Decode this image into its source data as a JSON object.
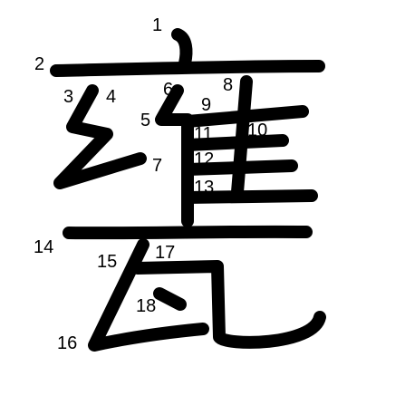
{
  "character": "甕",
  "stroke_color": "#000000",
  "background_color": "#ffffff",
  "stroke_numbers": [
    "1",
    "2",
    "3",
    "4",
    "5",
    "6",
    "7",
    "8",
    "9",
    "10",
    "11",
    "12",
    "13",
    "14",
    "15",
    "16",
    "17",
    "18"
  ]
}
